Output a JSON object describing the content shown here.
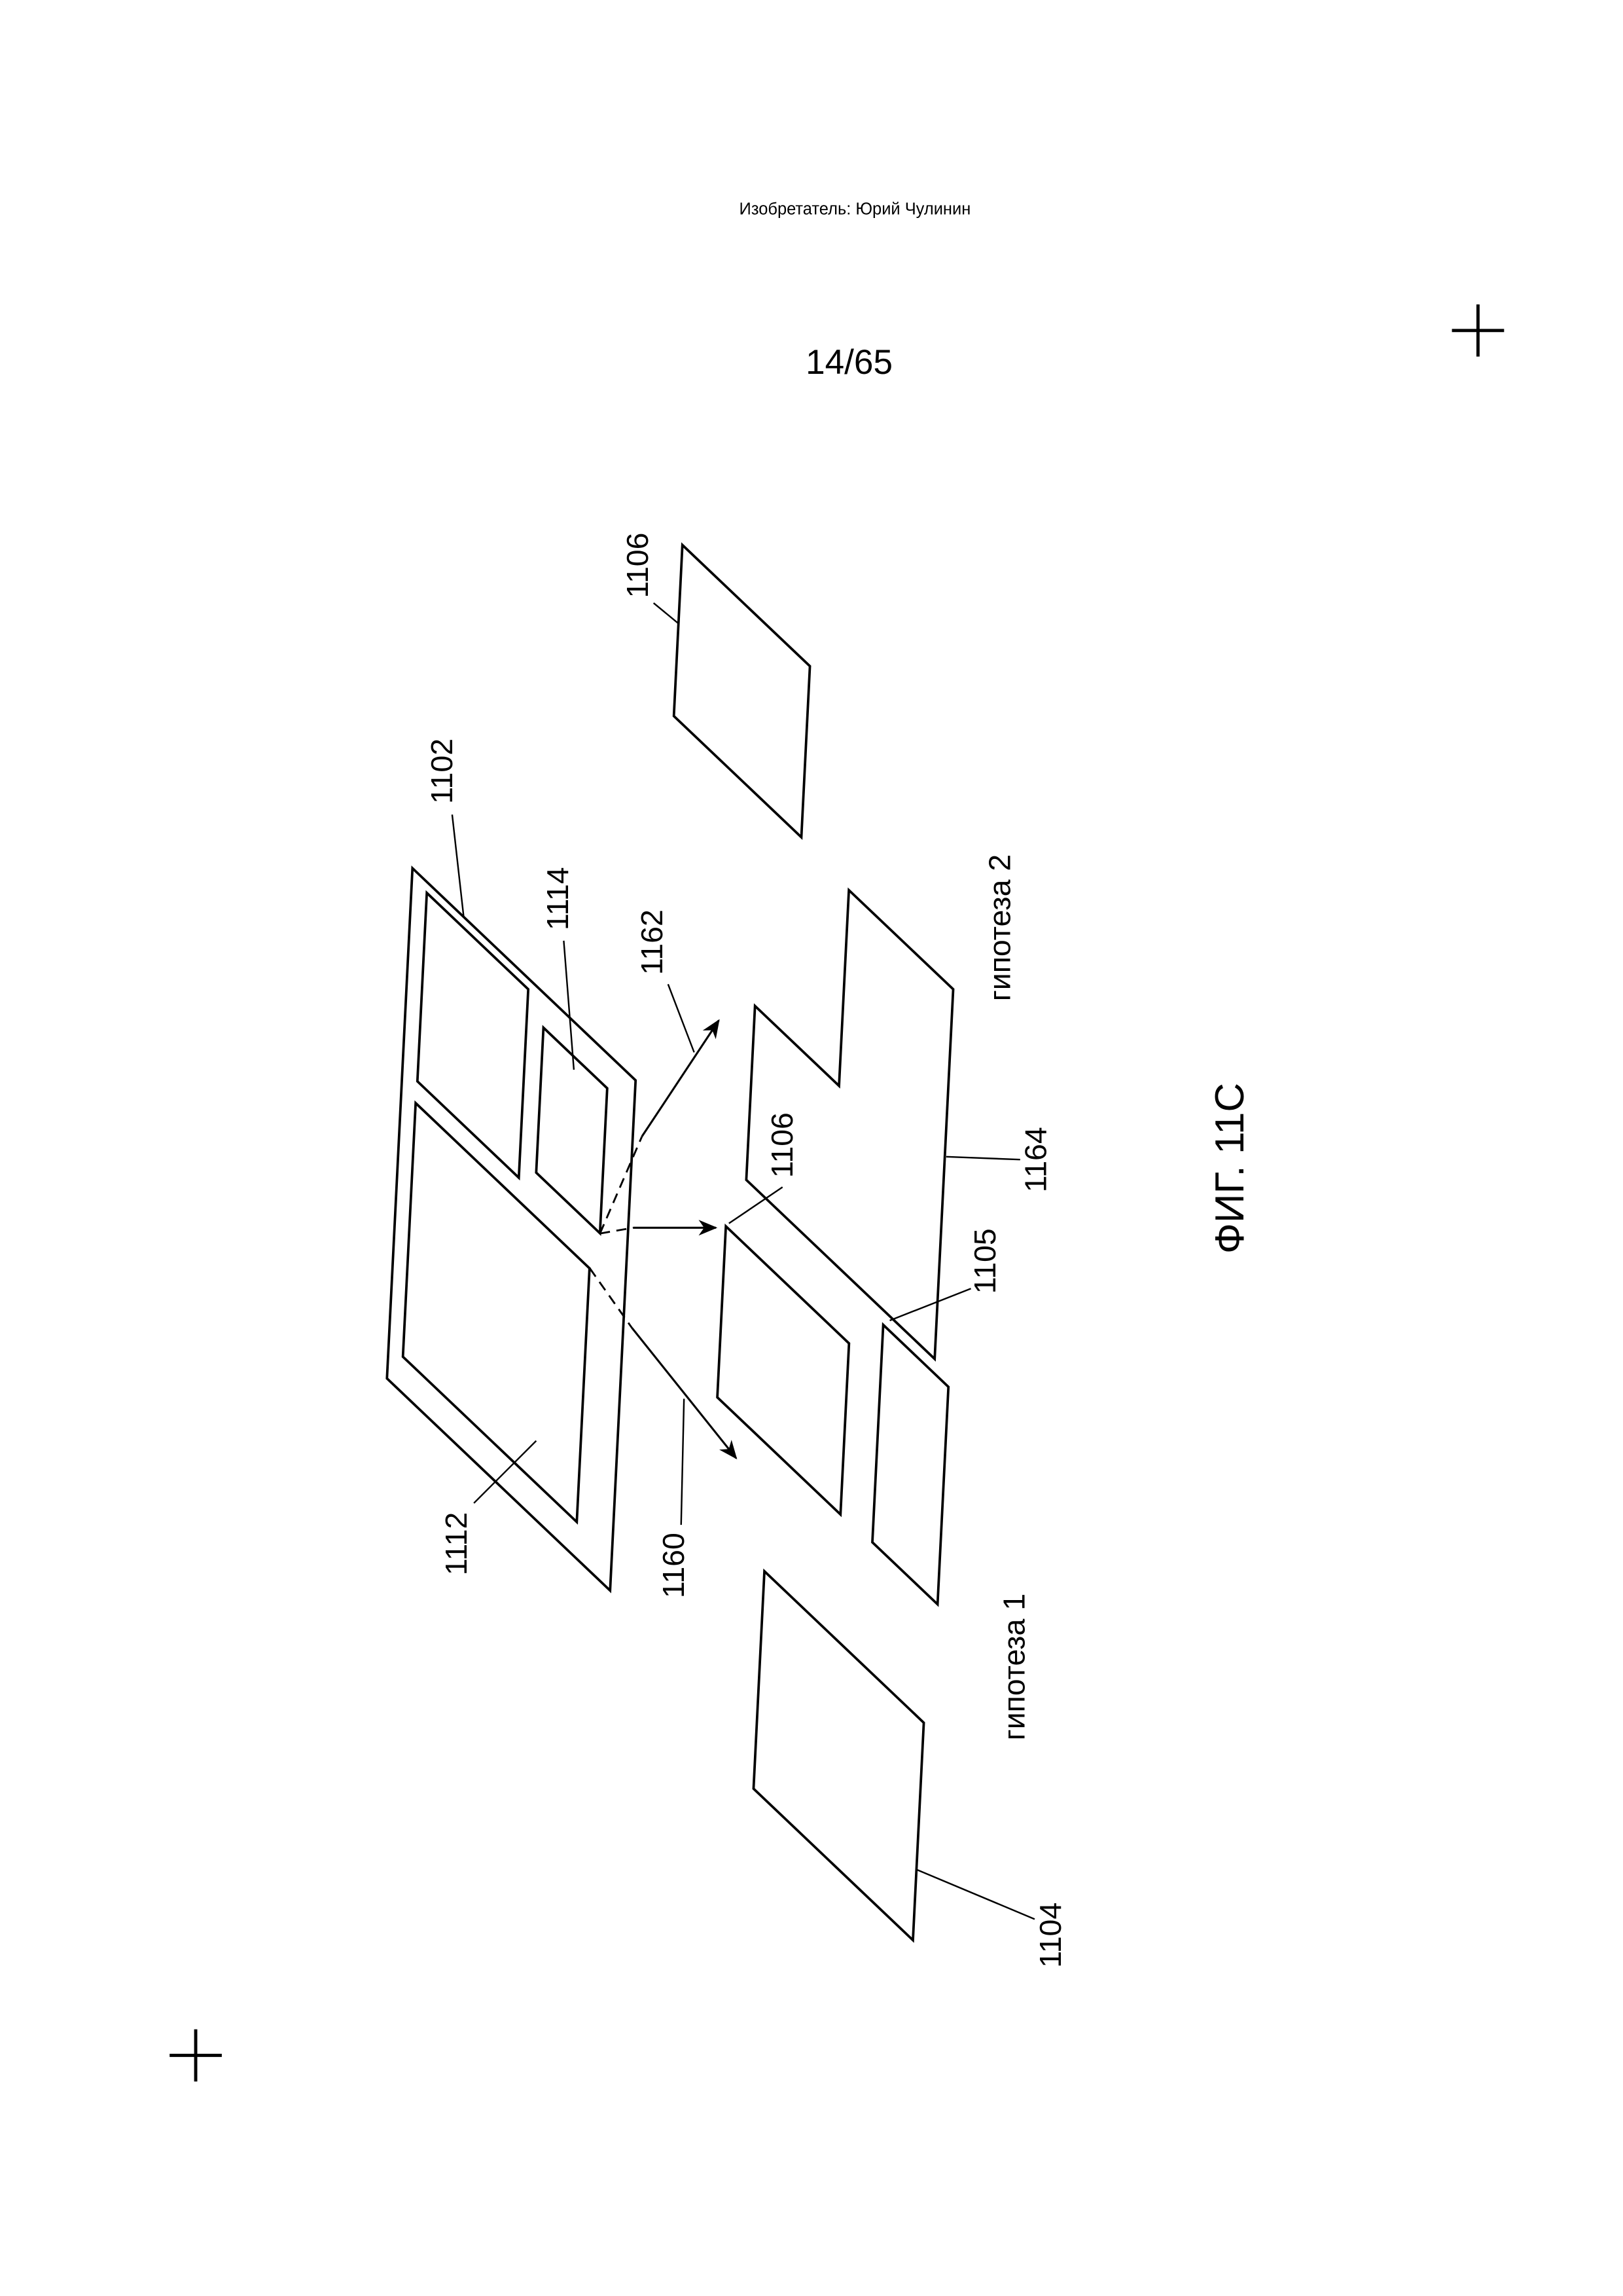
{
  "page": {
    "header": "Изобретатель: Юрий Чулинин",
    "page_number": "14/65",
    "figure_caption": "ФИГ. 11C"
  },
  "figure": {
    "labels": {
      "l1102": "1102",
      "l1104": "1104",
      "l1105": "1105",
      "l1106_top": "1106",
      "l1106_mid": "1106",
      "l1112": "1112",
      "l1114": "1114",
      "l1160": "1160",
      "l1162": "1162",
      "l1164": "1164",
      "hypothesis_1": "гипотеза 1",
      "hypothesis_2": "гипотеза 2"
    }
  },
  "marks": {
    "top_right": "registration-cross",
    "bottom_left": "registration-cross"
  },
  "colors": {
    "ink": "#000000",
    "background": "#ffffff"
  }
}
